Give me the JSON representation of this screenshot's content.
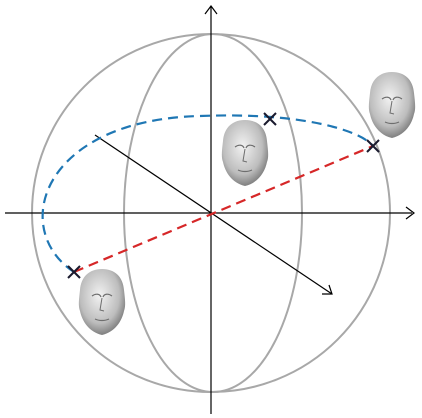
{
  "colors": {
    "background": "#ffffff",
    "sphere": "#a8a8a8",
    "axis": "#000000",
    "geodesic_path": "#1f77b4",
    "linear_path": "#d62728",
    "marker": "#1a1a2e",
    "face_light": "#f2f2f2",
    "face_mid": "#bdbdbd",
    "face_dark": "#6e6e6e"
  },
  "diagram": {
    "elements": [
      "sphere-outline",
      "vertical-meridian",
      "x-axis",
      "y-axis",
      "depth-axis",
      "geodesic-curve",
      "straight-line-chord",
      "start-point-marker",
      "middle-point-marker",
      "end-point-marker",
      "face-mesh-start",
      "face-mesh-middle",
      "face-mesh-end"
    ],
    "icons": {
      "marker": "cross-icon",
      "arrow": "arrowhead-icon",
      "face": "face-mesh-icon"
    }
  }
}
